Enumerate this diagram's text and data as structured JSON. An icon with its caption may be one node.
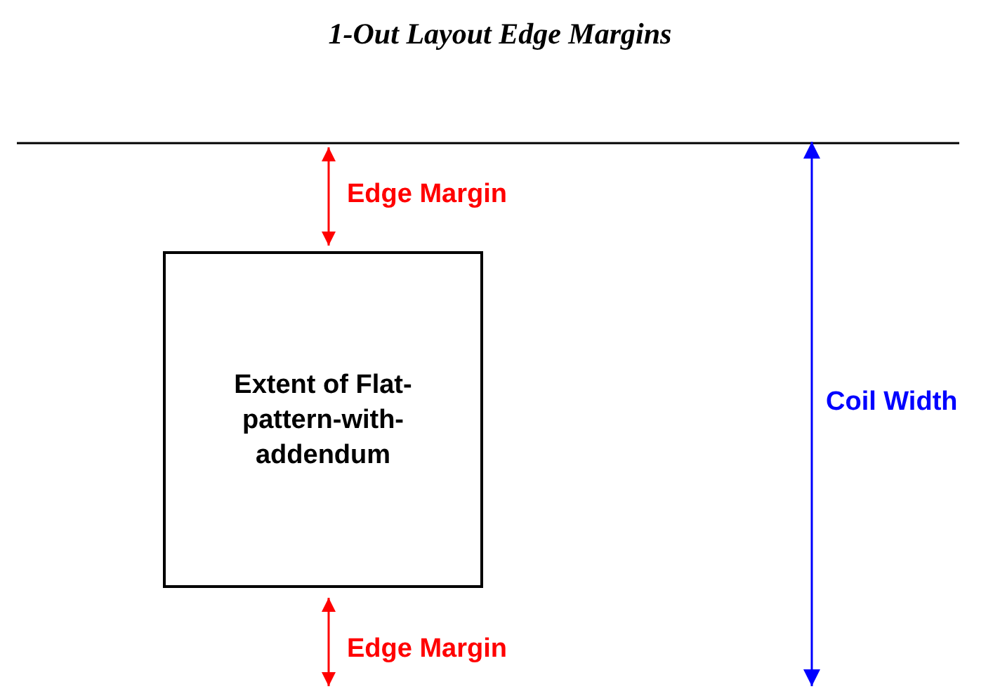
{
  "diagram": {
    "title": "1-Out Layout Edge Margins",
    "nodes": [
      {
        "text": [
          "Extent of Flat-pattern-with-addendum"
        ]
      }
    ],
    "labels": [
      "Edge Margin",
      "Coil Width",
      "Edge Margin"
    ]
  }
}
